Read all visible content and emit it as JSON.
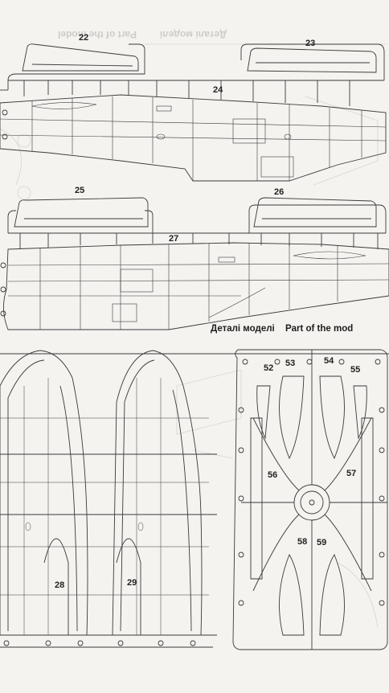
{
  "header_bleed": {
    "ukrainian": "Деталі моделі",
    "english": "Part of the model"
  },
  "section_heading": {
    "ukrainian": "Деталі моделі",
    "english": "Part of the mod"
  },
  "parts": {
    "p22": "22",
    "p23": "23",
    "p24": "24",
    "p25": "25",
    "p26": "26",
    "p27": "27",
    "p28": "28",
    "p29": "29",
    "p52": "52",
    "p53": "53",
    "p54": "54",
    "p55": "55",
    "p56": "56",
    "p57": "57",
    "p58": "58",
    "p59": "59"
  },
  "colors": {
    "paper": "#f4f3f0",
    "line": "#3a3a3a",
    "faint": "#c9c8c4"
  }
}
